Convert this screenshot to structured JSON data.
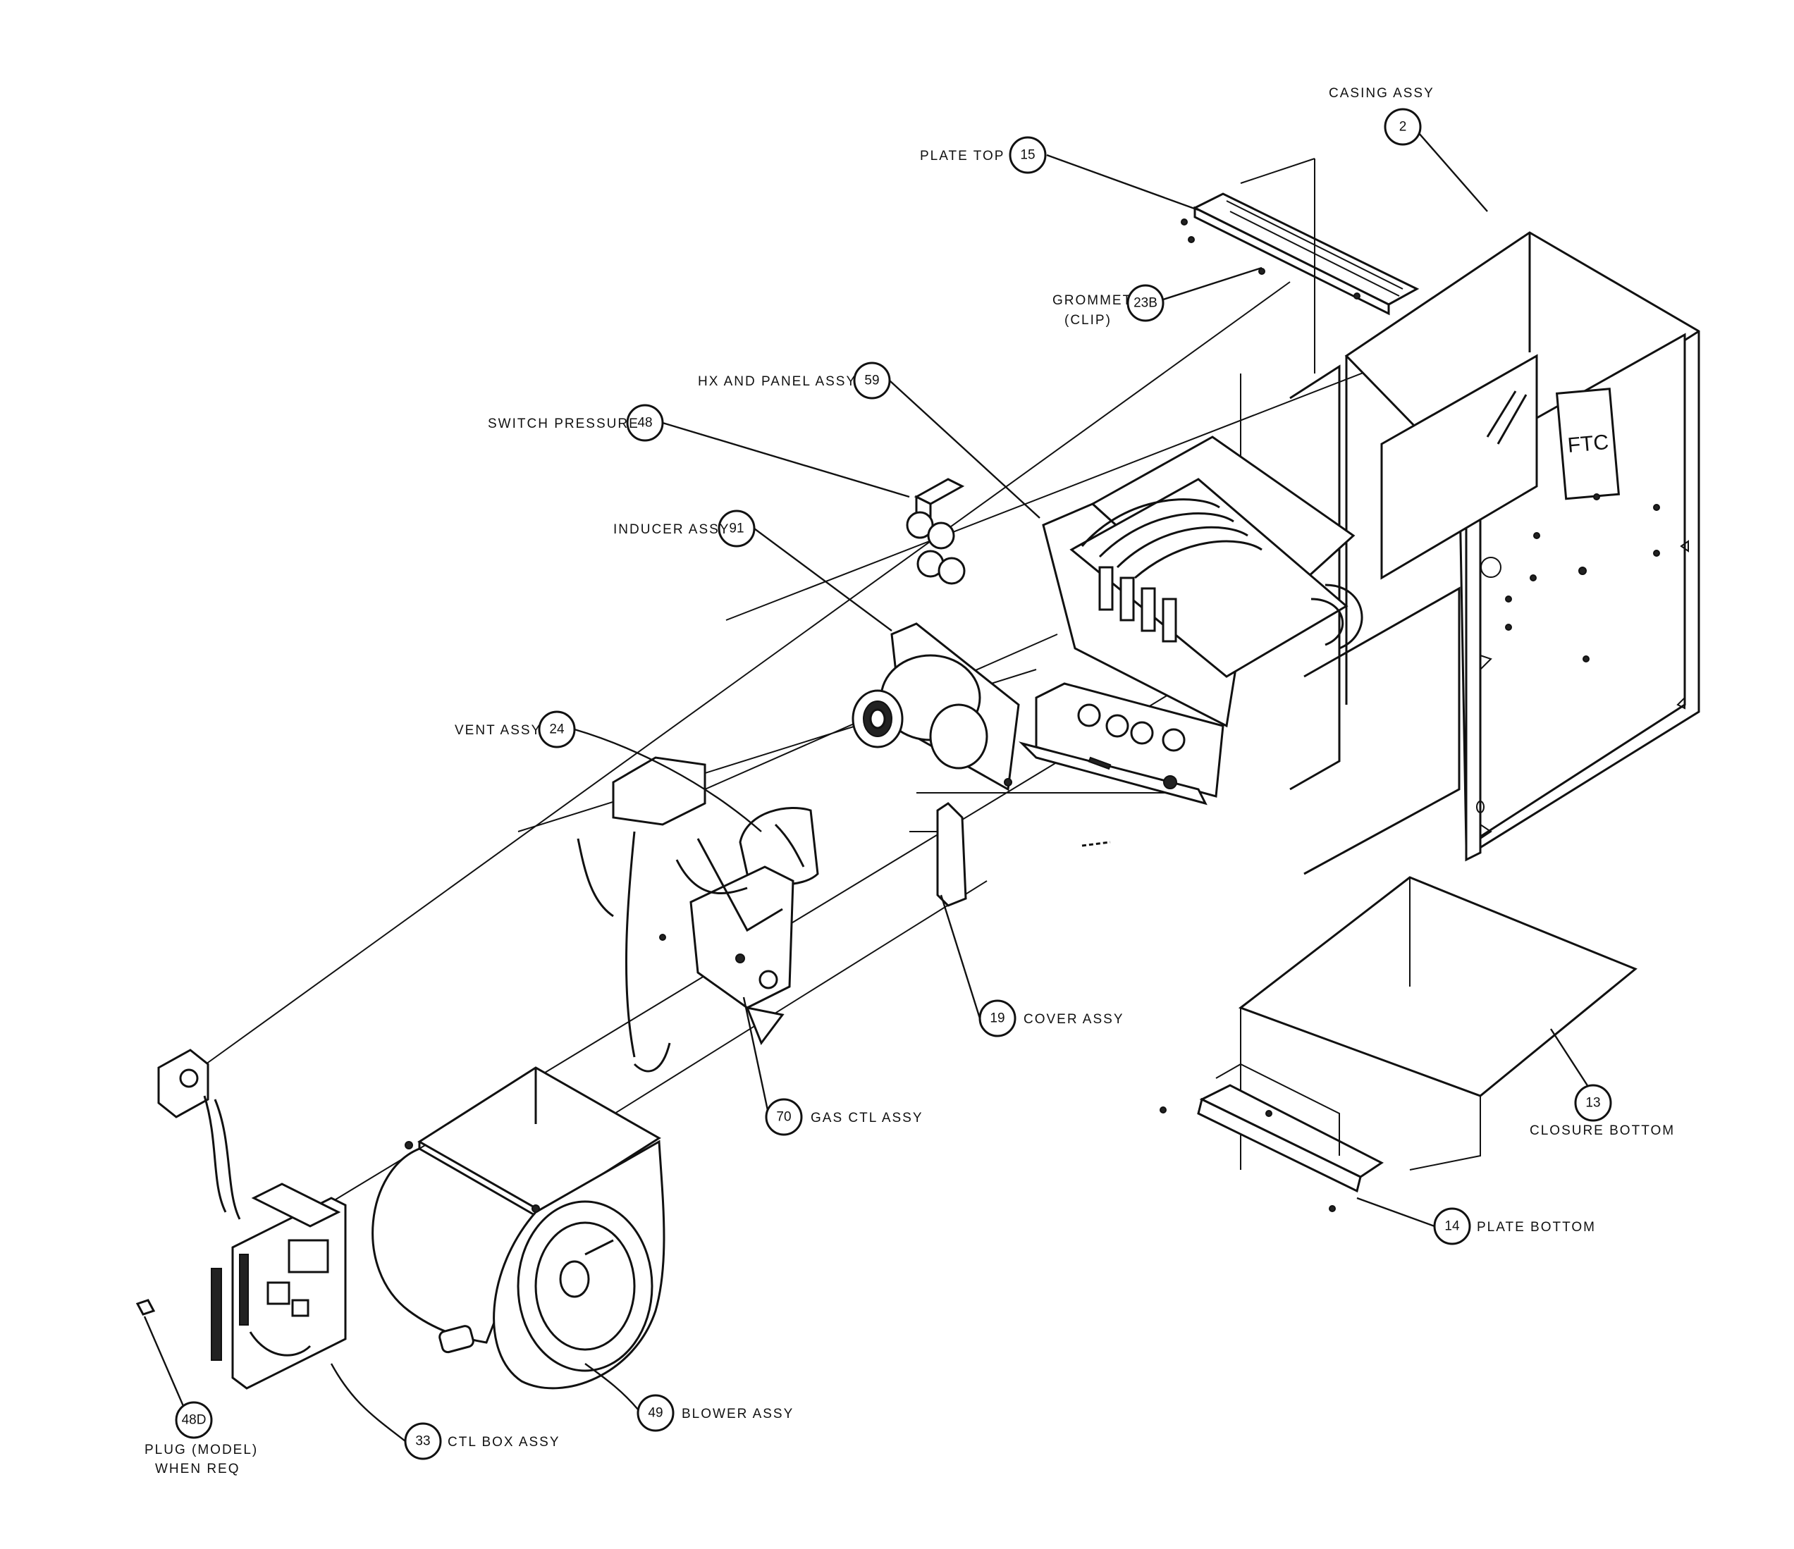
{
  "logo_text": "FTC",
  "callouts": {
    "casing": {
      "number": "2",
      "label": "CASING ASSY"
    },
    "plate_top": {
      "number": "15",
      "label": "PLATE TOP"
    },
    "grommet": {
      "number": "23B",
      "label": "GROMMET",
      "label2": "(CLIP)"
    },
    "hx_panel": {
      "number": "59",
      "label": "HX AND PANEL ASSY"
    },
    "switch_pressure": {
      "number": "48",
      "label": "SWITCH PRESSURE"
    },
    "inducer": {
      "number": "91",
      "label": "INDUCER ASSY"
    },
    "vent": {
      "number": "24",
      "label": "VENT ASSY"
    },
    "cover": {
      "number": "19",
      "label": "COVER ASSY"
    },
    "gas_ctl": {
      "number": "70",
      "label": "GAS CTL ASSY"
    },
    "closure_bottom": {
      "number": "13",
      "label": "CLOSURE BOTTOM"
    },
    "plate_bottom": {
      "number": "14",
      "label": "PLATE BOTTOM"
    },
    "plug": {
      "number": "48D",
      "label": "PLUG (MODEL)",
      "label2": "WHEN REQ"
    },
    "ctl_box": {
      "number": "33",
      "label": "CTL BOX ASSY"
    },
    "blower": {
      "number": "49",
      "label": "BLOWER ASSY"
    }
  }
}
